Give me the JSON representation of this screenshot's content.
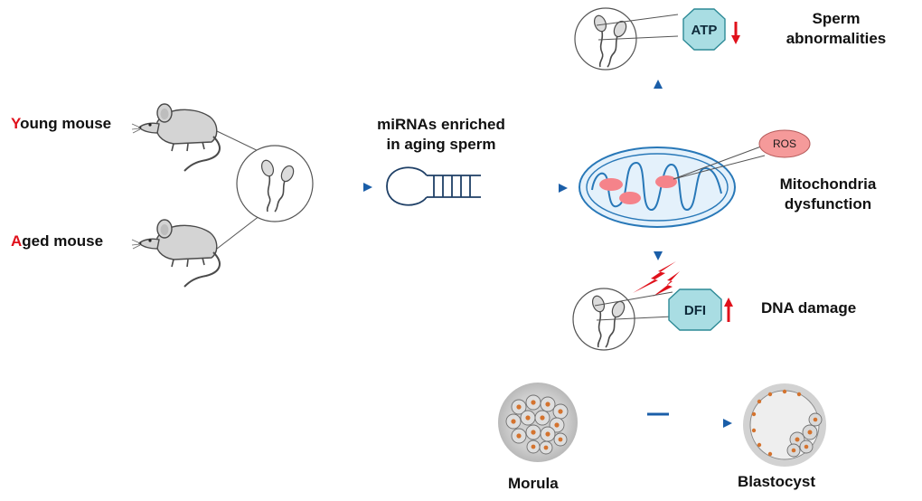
{
  "mice": {
    "young": {
      "initial": "Y",
      "rest": "oung mouse"
    },
    "aged": {
      "initial": "A",
      "rest": "ged mouse"
    }
  },
  "mirna": {
    "line1": "miRNAs enriched",
    "line2": "in aging sperm"
  },
  "outcomes": {
    "sperm": {
      "line1": "Sperm",
      "line2": "abnormalities"
    },
    "mito": {
      "line1": "Mitochondria",
      "line2": "dysfunction"
    },
    "dna": {
      "label": "DNA damage"
    }
  },
  "markers": {
    "atp": "ATP",
    "dfi": "DFI",
    "ros": "ROS"
  },
  "embryo": {
    "morula": "Morula",
    "blastocyst": "Blastocyst"
  },
  "colors": {
    "highlight_red": "#e0111b",
    "arrow_blue": "#1a5ea8",
    "marker_fill": "#a9dde3",
    "ros_fill": "#f59a9a"
  }
}
